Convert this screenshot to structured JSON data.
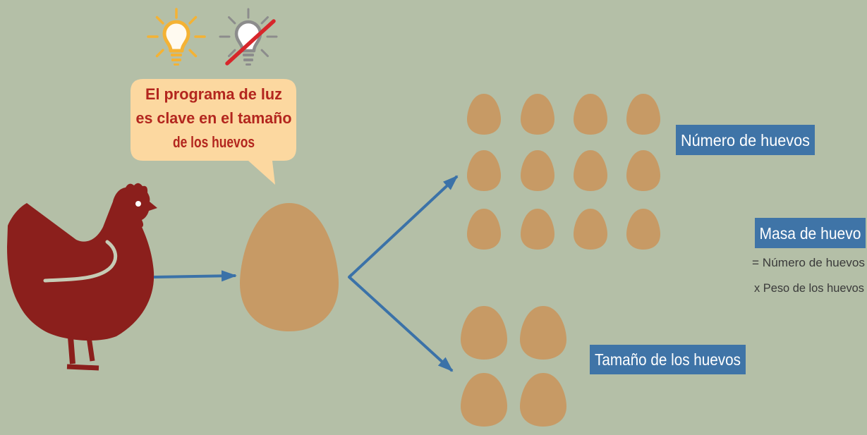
{
  "bubble": {
    "lines": [
      "El programa de luz",
      "es clave en el tamaño",
      "de los huevos"
    ]
  },
  "labels": {
    "egg_number": "Número de huevos",
    "egg_mass": "Masa de huevo",
    "egg_mass_formula": [
      "= Número de huevos",
      "x Peso de los huevos"
    ],
    "egg_size": "Tamaño de los huevos"
  },
  "icons": {
    "light_on": "lightbulb-on-icon",
    "light_off": "lightbulb-off-icon",
    "hen": "hen-icon",
    "egg": "egg-icon",
    "arrow": "arrow-icon"
  },
  "colors": {
    "background": "#b4bfa7",
    "hen": "#8b1f1c",
    "egg": "#c79a65",
    "arrow": "#3b72a8",
    "label_background": "#3f74a7",
    "bubble_fill": "#fcd8a0",
    "bubble_text": "#b3261e",
    "bulb_on": "#f4b234",
    "bulb_off": "#8c8c8c",
    "slash": "#d7262b"
  }
}
